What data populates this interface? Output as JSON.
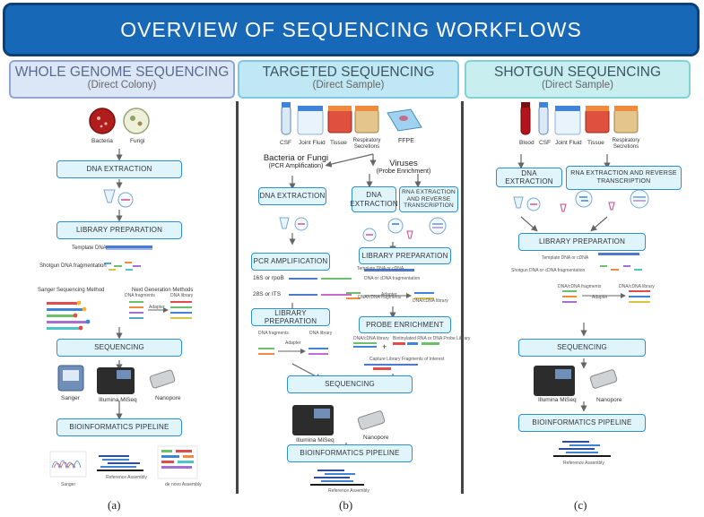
{
  "title": "OVERVIEW OF SEQUENCING WORKFLOWS",
  "columns": [
    {
      "title": "WHOLE GENOME SEQUENCING",
      "subtitle": "(Direct Colony)",
      "caption": "(a)"
    },
    {
      "title": "TARGETED SEQUENCING",
      "subtitle": "(Direct Sample)",
      "caption": "(b)"
    },
    {
      "title": "SHOTGUN SEQUENCING",
      "subtitle": "(Direct Sample)",
      "caption": "(c)"
    }
  ],
  "col_a": {
    "samples": [
      "Bacteria",
      "Fungi"
    ],
    "steps": [
      "DNA EXTRACTION",
      "LIBRARY PREPARATION",
      "SEQUENCING",
      "BIOINFORMATICS PIPELINE"
    ],
    "template_label": "Template DNA",
    "fragmentation_label": "Shotgun DNA fragmentation",
    "sanger_method": "Sanger Sequencing Method",
    "ngs_methods": "Next Generation Methods",
    "dna_fragments": "DNA fragments",
    "dna_library": "DNA library",
    "adapter": "Adapter",
    "instruments": [
      "Sanger",
      "Illumina MiSeq",
      "Nanopore"
    ],
    "outputs": [
      "Sanger",
      "Reference Assembly",
      "de novo Assembly"
    ]
  },
  "col_b": {
    "samples": [
      "CSF",
      "Joint Fluid",
      "Tissue",
      "Respiratory Secretions",
      "FFPE"
    ],
    "branch_left_title": "Bacteria or Fungi",
    "branch_left_sub": "(PCR Amplification)",
    "branch_right_title": "Viruses",
    "branch_right_sub": "(Probe Enrichment)",
    "steps": {
      "dna_extraction_left": "DNA EXTRACTION",
      "dna_extraction_right": "DNA EXTRACTION",
      "rna_extraction": "RNA EXTRACTION AND REVERSE TRANSCRIPTION",
      "pcr": "PCR AMPLIFICATION",
      "library_left": "LIBRARY PREPARATION",
      "library_right": "LIBRARY PREPARATION",
      "probe": "PROBE ENRICHMENT",
      "sequencing": "SEQUENCING",
      "bioinformatics": "BIOINFORMATICS PIPELINE"
    },
    "targets": [
      "16S or rpoB",
      "28S or ITS"
    ],
    "template_label": "Template DNA or cDNA",
    "fragment_label": "DNA or cDNA fragmentation",
    "dna_fragments": "DNA fragments",
    "dna_library": "DNA library",
    "cdna_fragments": "DNA/cDNA fragments",
    "cdna_library": "DNA/cDNA library",
    "adapter": "Adapter",
    "probe_library": "DNA/cDNA library",
    "probe_biotin": "Biotinylated RNA or DNA Probe Library",
    "probe_capture": "Capture Library Fragments of Interest",
    "instruments": [
      "Illumina MiSeq",
      "Nanopore"
    ],
    "output": "Reference Assembly"
  },
  "col_c": {
    "samples": [
      "Blood",
      "CSF",
      "Joint Fluid",
      "Tissue",
      "Respiratory Secretions"
    ],
    "steps": {
      "dna_extraction": "DNA EXTRACTION",
      "rna_extraction": "RNA EXTRACTION AND REVERSE TRANSCRIPTION",
      "library": "LIBRARY PREPARATION",
      "sequencing": "SEQUENCING",
      "bioinformatics": "BIOINFORMATICS PIPELINE"
    },
    "template_label": "Template DNA or cDNA",
    "fragment_label": "Shotgun DNA or cDNA fragmentation",
    "cdna_fragments": "DNA/cDNA fragments",
    "cdna_library": "DNA/cDNA library",
    "adapter": "Adapter",
    "instruments": [
      "Illumina MiSeq",
      "Nanopore"
    ],
    "output": "Reference Assembly"
  },
  "colors": {
    "banner": "#1769b8",
    "step_border": "#2f8fd5",
    "step_fill": "#dff5fb"
  }
}
